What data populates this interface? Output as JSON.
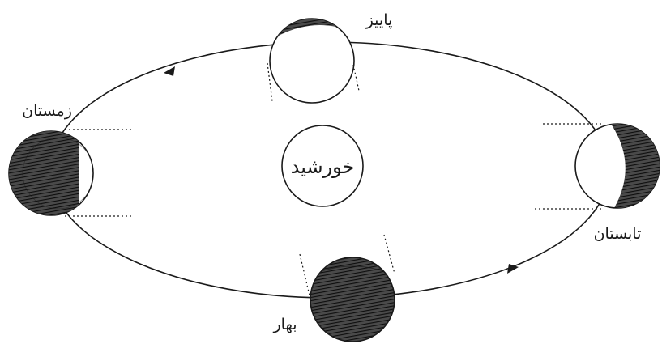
{
  "labels": {
    "sun": "خورشید",
    "autumn": "پاییز",
    "winter": "زمستان",
    "summer": "تابستان",
    "spring": "بهار"
  },
  "colors": {
    "ink": "#1a1a1a",
    "background": "#ffffff"
  }
}
